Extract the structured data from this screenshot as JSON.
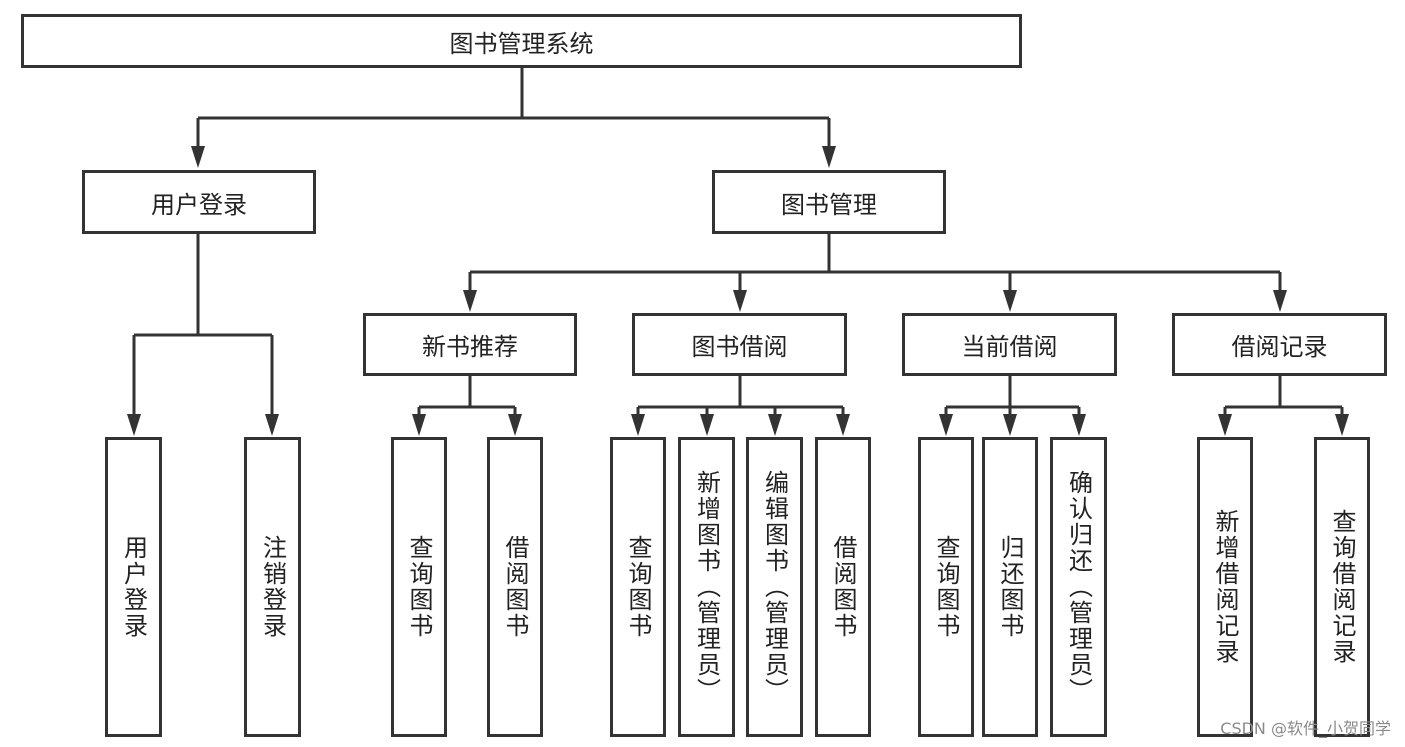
{
  "root": "图书管理系统",
  "level1": [
    "用户登录",
    "图书管理"
  ],
  "user_children": [
    "用户登录",
    "注销登录"
  ],
  "modules": [
    {
      "label": "新书推荐",
      "children": [
        "查询图书",
        "借阅图书"
      ]
    },
    {
      "label": "图书借阅",
      "children": [
        "查询图书",
        "新增图书（管理员）",
        "编辑图书（管理员）",
        "借阅图书"
      ]
    },
    {
      "label": "当前借阅",
      "children": [
        "查询图书",
        "归还图书",
        "确认归还（管理员）"
      ]
    },
    {
      "label": "借阅记录",
      "children": [
        "新增借阅记录",
        "查询借阅记录"
      ]
    }
  ],
  "watermark": "CSDN @软件_小贺同学",
  "colors": {
    "stroke": "#333333",
    "text": "#222222"
  }
}
